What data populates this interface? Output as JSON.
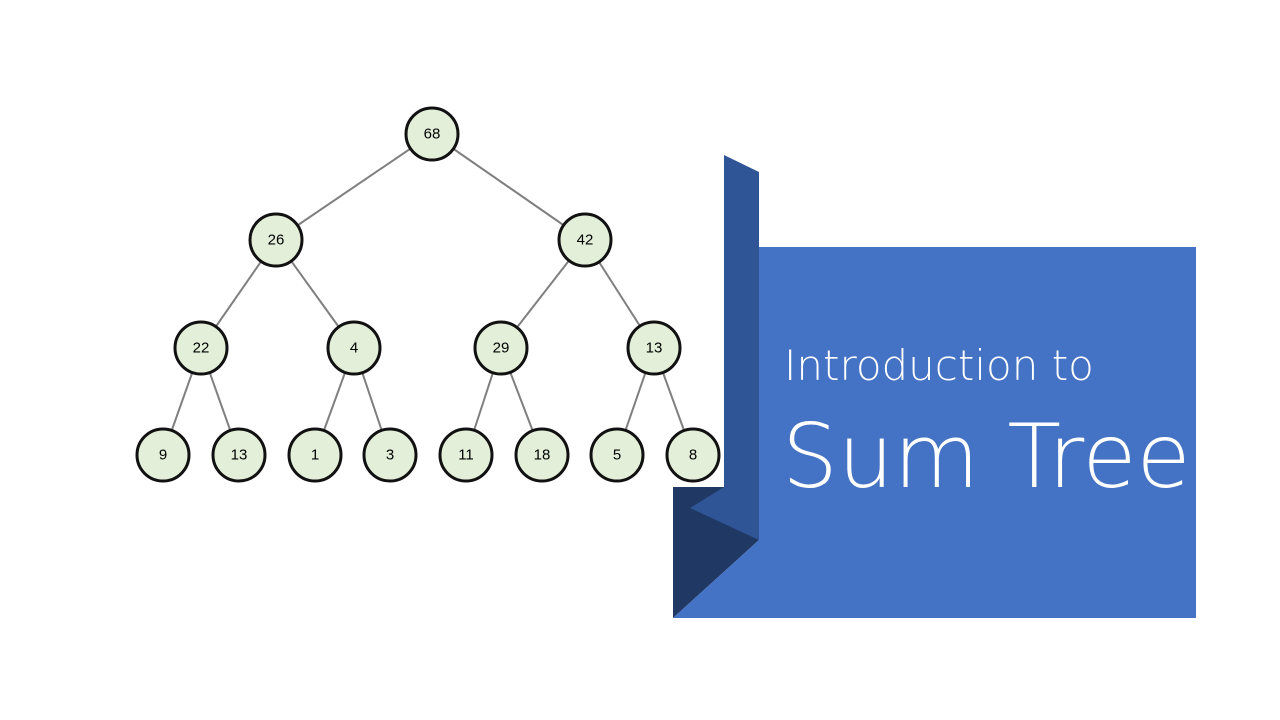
{
  "title": {
    "line1": "Introduction to",
    "line2": "Sum Tree"
  },
  "colors": {
    "banner_main": "#4472c4",
    "banner_fold": "#2f5597",
    "banner_shadow": "#203864",
    "node_fill": "#e3efd9",
    "node_stroke": "#111111",
    "edge": "#7f7f7f"
  },
  "tree": {
    "levels": [
      [
        "68"
      ],
      [
        "26",
        "42"
      ],
      [
        "22",
        "4",
        "29",
        "13"
      ],
      [
        "9",
        "13",
        "1",
        "3",
        "11",
        "18",
        "5",
        "8"
      ]
    ]
  }
}
